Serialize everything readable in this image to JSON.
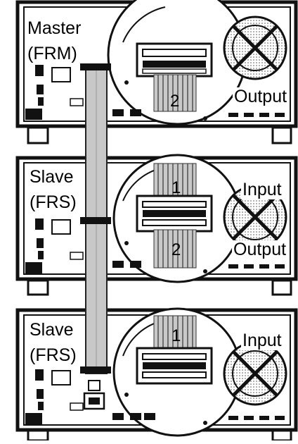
{
  "units": [
    {
      "role": "Master",
      "code": "(FRM)",
      "ribbon_numbers": [
        "2"
      ],
      "port_labels": [
        "Output"
      ]
    },
    {
      "role": "Slave",
      "code": "(FRS)",
      "ribbon_numbers": [
        "1",
        "2"
      ],
      "port_labels": [
        "Input",
        "Output"
      ]
    },
    {
      "role": "Slave",
      "code": "(FRS)",
      "ribbon_numbers": [
        "1"
      ],
      "port_labels": [
        "Input"
      ]
    }
  ]
}
